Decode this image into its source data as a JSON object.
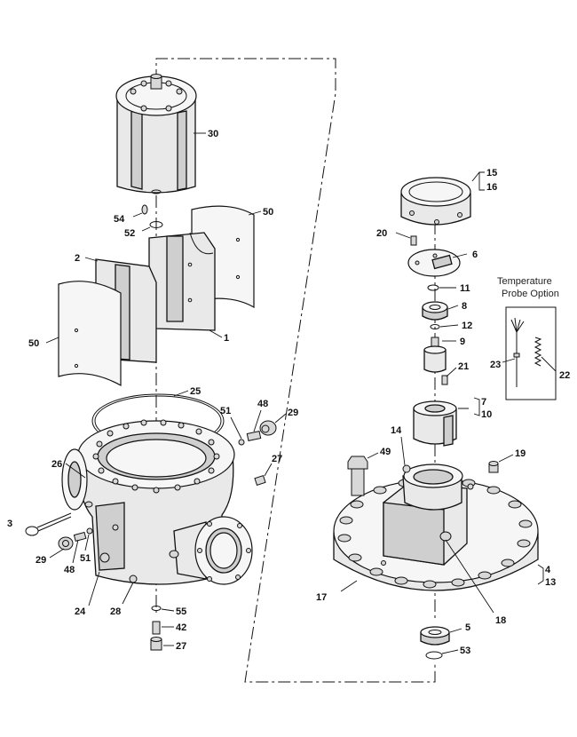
{
  "labels": {
    "p30": "30",
    "p54": "54",
    "p52": "52",
    "p50a": "50",
    "p2": "2",
    "p50b": "50",
    "p1": "1",
    "p25": "25",
    "p51a": "51",
    "p48a": "48",
    "p29a": "29",
    "p26": "26",
    "p27a": "27",
    "p3": "3",
    "p29b": "29",
    "p48b": "48",
    "p51b": "51",
    "p24": "24",
    "p28": "28",
    "p55": "55",
    "p42": "42",
    "p27b": "27",
    "p15": "15",
    "p16": "16",
    "p20": "20",
    "p6": "6",
    "p11": "11",
    "p8": "8",
    "p12": "12",
    "p9": "9",
    "p21": "21",
    "p7": "7",
    "p10": "10",
    "p14": "14",
    "p49": "49",
    "p19": "19",
    "p4": "4",
    "p13": "13",
    "p17": "17",
    "p18": "18",
    "p5": "5",
    "p53": "53",
    "p23": "23",
    "p22": "22"
  },
  "notes": {
    "temp_line1": "Temperature",
    "temp_line2": "Probe Option"
  }
}
